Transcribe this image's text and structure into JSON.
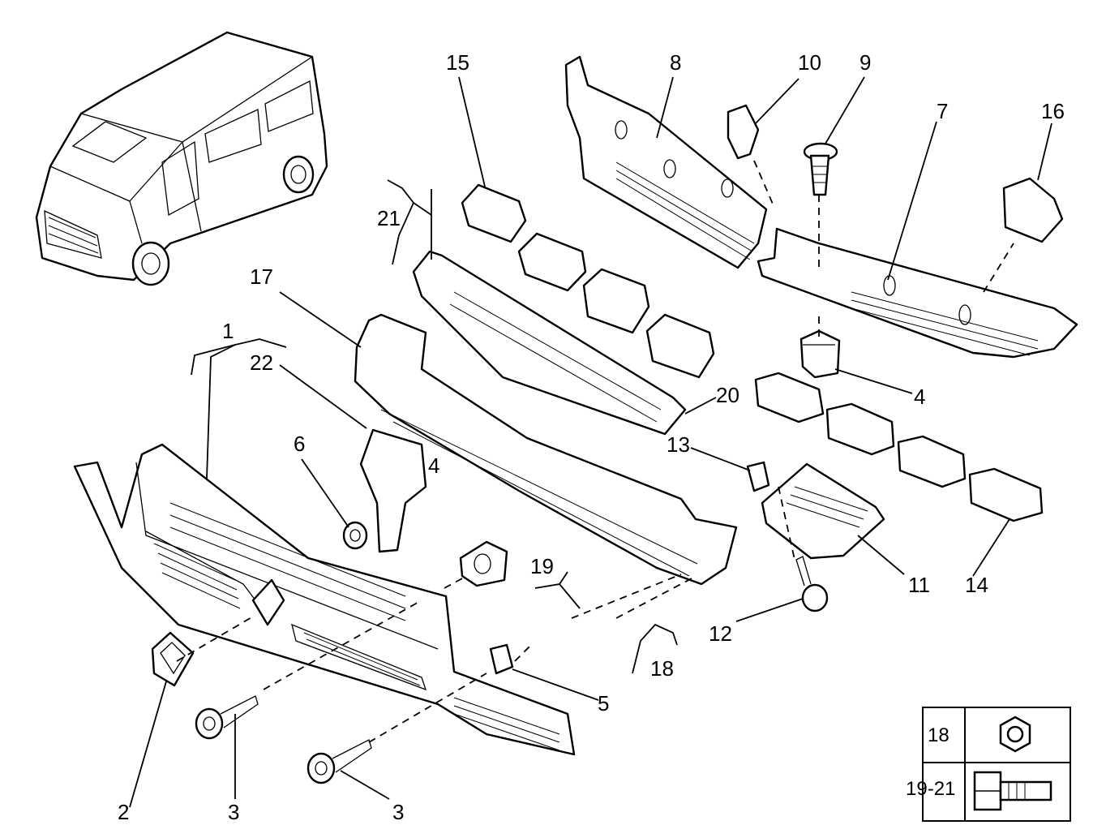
{
  "labels": {
    "l1": "1",
    "l2": "2",
    "l3a": "3",
    "l3b": "3",
    "l4a": "4",
    "l4b": "4",
    "l5": "5",
    "l6": "6",
    "l7": "7",
    "l8": "8",
    "l9": "9",
    "l10": "10",
    "l11": "11",
    "l12": "12",
    "l13": "13",
    "l14": "14",
    "l15": "15",
    "l16": "16",
    "l17": "17",
    "l18": "18",
    "l19": "19",
    "l20": "20",
    "l21": "21",
    "l22": "22"
  },
  "legend": {
    "row1_label": "18",
    "row1_icon": "hex-nut-icon",
    "row2_label": "19-21",
    "row2_icon": "bolt-icon"
  }
}
